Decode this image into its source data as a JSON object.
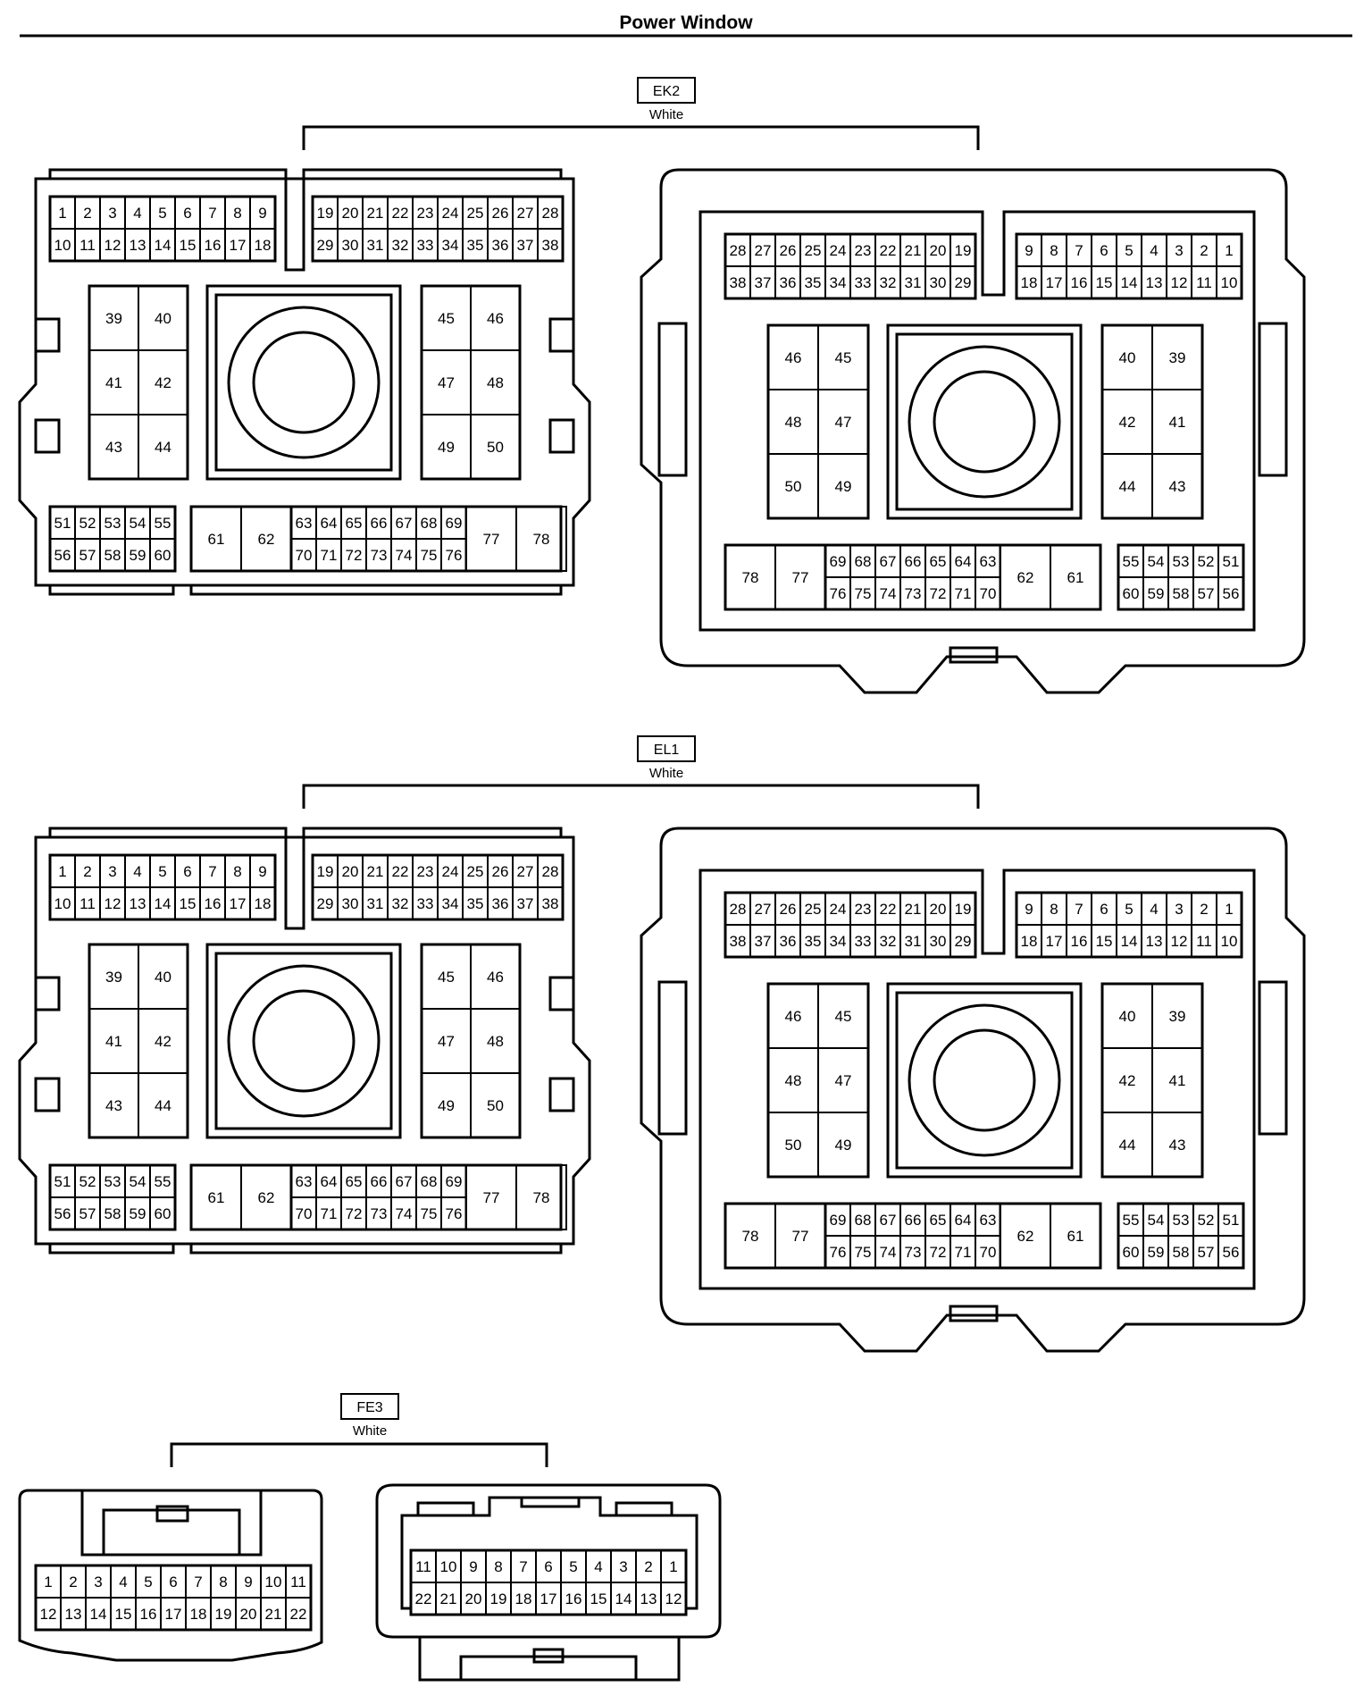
{
  "title": "Power Window",
  "connectors": [
    {
      "id": "ek2",
      "code": "EK2",
      "color": "White",
      "male": {
        "top_left": [
          [
            "1",
            "2",
            "3",
            "4",
            "5",
            "6",
            "7",
            "8",
            "9"
          ],
          [
            "10",
            "11",
            "12",
            "13",
            "14",
            "15",
            "16",
            "17",
            "18"
          ]
        ],
        "top_right": [
          [
            "19",
            "20",
            "21",
            "22",
            "23",
            "24",
            "25",
            "26",
            "27",
            "28"
          ],
          [
            "29",
            "30",
            "31",
            "32",
            "33",
            "34",
            "35",
            "36",
            "37",
            "38"
          ]
        ],
        "left_block": [
          [
            "39",
            "40"
          ],
          [
            "41",
            "42"
          ],
          [
            "43",
            "44"
          ]
        ],
        "right_block": [
          [
            "45",
            "46"
          ],
          [
            "47",
            "48"
          ],
          [
            "49",
            "50"
          ]
        ],
        "bottom_small": [
          [
            "51",
            "52",
            "53",
            "54",
            "55"
          ],
          [
            "56",
            "57",
            "58",
            "59",
            "60"
          ]
        ],
        "bottom_big_left": [
          "61",
          "62"
        ],
        "bottom_grid": [
          [
            "63",
            "64",
            "65",
            "66",
            "67",
            "68",
            "69"
          ],
          [
            "70",
            "71",
            "72",
            "73",
            "74",
            "75",
            "76"
          ]
        ],
        "bottom_big_right": [
          "77",
          "78"
        ]
      },
      "female": {
        "top_left": [
          [
            "28",
            "27",
            "26",
            "25",
            "24",
            "23",
            "22",
            "21",
            "20",
            "19"
          ],
          [
            "38",
            "37",
            "36",
            "35",
            "34",
            "33",
            "32",
            "31",
            "30",
            "29"
          ]
        ],
        "top_right": [
          [
            "9",
            "8",
            "7",
            "6",
            "5",
            "4",
            "3",
            "2",
            "1"
          ],
          [
            "18",
            "17",
            "16",
            "15",
            "14",
            "13",
            "12",
            "11",
            "10"
          ]
        ],
        "left_block": [
          [
            "46",
            "45"
          ],
          [
            "48",
            "47"
          ],
          [
            "50",
            "49"
          ]
        ],
        "right_block": [
          [
            "40",
            "39"
          ],
          [
            "42",
            "41"
          ],
          [
            "44",
            "43"
          ]
        ],
        "bottom_big_left": [
          "78",
          "77"
        ],
        "bottom_grid": [
          [
            "69",
            "68",
            "67",
            "66",
            "65",
            "64",
            "63"
          ],
          [
            "76",
            "75",
            "74",
            "73",
            "72",
            "71",
            "70"
          ]
        ],
        "bottom_big_right": [
          "62",
          "61"
        ],
        "bottom_small": [
          [
            "55",
            "54",
            "53",
            "52",
            "51"
          ],
          [
            "60",
            "59",
            "58",
            "57",
            "56"
          ]
        ]
      }
    },
    {
      "id": "el1",
      "code": "EL1",
      "color": "White",
      "male": {
        "top_left": [
          [
            "1",
            "2",
            "3",
            "4",
            "5",
            "6",
            "7",
            "8",
            "9"
          ],
          [
            "10",
            "11",
            "12",
            "13",
            "14",
            "15",
            "16",
            "17",
            "18"
          ]
        ],
        "top_right": [
          [
            "19",
            "20",
            "21",
            "22",
            "23",
            "24",
            "25",
            "26",
            "27",
            "28"
          ],
          [
            "29",
            "30",
            "31",
            "32",
            "33",
            "34",
            "35",
            "36",
            "37",
            "38"
          ]
        ],
        "left_block": [
          [
            "39",
            "40"
          ],
          [
            "41",
            "42"
          ],
          [
            "43",
            "44"
          ]
        ],
        "right_block": [
          [
            "45",
            "46"
          ],
          [
            "47",
            "48"
          ],
          [
            "49",
            "50"
          ]
        ],
        "bottom_small": [
          [
            "51",
            "52",
            "53",
            "54",
            "55"
          ],
          [
            "56",
            "57",
            "58",
            "59",
            "60"
          ]
        ],
        "bottom_big_left": [
          "61",
          "62"
        ],
        "bottom_grid": [
          [
            "63",
            "64",
            "65",
            "66",
            "67",
            "68",
            "69"
          ],
          [
            "70",
            "71",
            "72",
            "73",
            "74",
            "75",
            "76"
          ]
        ],
        "bottom_big_right": [
          "77",
          "78"
        ]
      },
      "female": {
        "top_left": [
          [
            "28",
            "27",
            "26",
            "25",
            "24",
            "23",
            "22",
            "21",
            "20",
            "19"
          ],
          [
            "38",
            "37",
            "36",
            "35",
            "34",
            "33",
            "32",
            "31",
            "30",
            "29"
          ]
        ],
        "top_right": [
          [
            "9",
            "8",
            "7",
            "6",
            "5",
            "4",
            "3",
            "2",
            "1"
          ],
          [
            "18",
            "17",
            "16",
            "15",
            "14",
            "13",
            "12",
            "11",
            "10"
          ]
        ],
        "left_block": [
          [
            "46",
            "45"
          ],
          [
            "48",
            "47"
          ],
          [
            "50",
            "49"
          ]
        ],
        "right_block": [
          [
            "40",
            "39"
          ],
          [
            "42",
            "41"
          ],
          [
            "44",
            "43"
          ]
        ],
        "bottom_big_left": [
          "78",
          "77"
        ],
        "bottom_grid": [
          [
            "69",
            "68",
            "67",
            "66",
            "65",
            "64",
            "63"
          ],
          [
            "76",
            "75",
            "74",
            "73",
            "72",
            "71",
            "70"
          ]
        ],
        "bottom_big_right": [
          "62",
          "61"
        ],
        "bottom_small": [
          [
            "55",
            "54",
            "53",
            "52",
            "51"
          ],
          [
            "60",
            "59",
            "58",
            "57",
            "56"
          ]
        ]
      }
    },
    {
      "id": "fe3",
      "code": "FE3",
      "color": "White",
      "male": [
        [
          "1",
          "2",
          "3",
          "4",
          "5",
          "6",
          "7",
          "8",
          "9",
          "10",
          "11"
        ],
        [
          "12",
          "13",
          "14",
          "15",
          "16",
          "17",
          "18",
          "19",
          "20",
          "21",
          "22"
        ]
      ],
      "female": [
        [
          "11",
          "10",
          "9",
          "8",
          "7",
          "6",
          "5",
          "4",
          "3",
          "2",
          "1"
        ],
        [
          "22",
          "21",
          "20",
          "19",
          "18",
          "17",
          "16",
          "15",
          "14",
          "13",
          "12"
        ]
      ]
    }
  ]
}
